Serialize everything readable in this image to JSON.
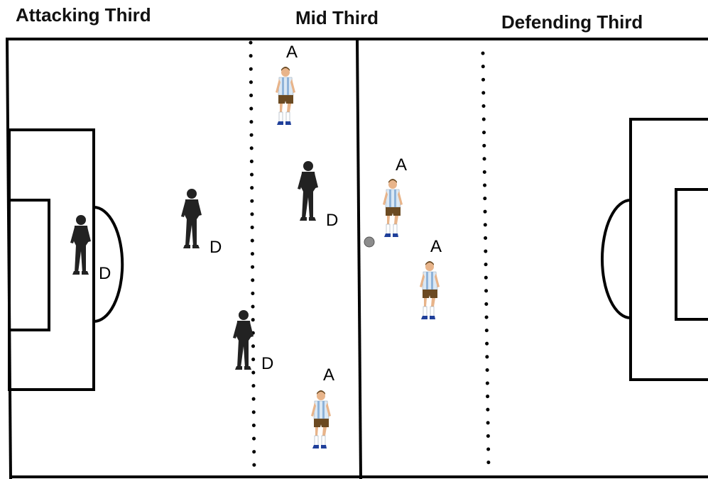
{
  "zones": {
    "attacking": "Attacking Third",
    "mid": "Mid Third",
    "defending": "Defending Third"
  },
  "markers": {
    "attacker_label": "A",
    "defender_label": "D"
  },
  "colors": {
    "line": "#000000",
    "defender": "#222222",
    "attacker_shirt": "#dbe8f4",
    "attacker_stripe": "#8fb3d9",
    "attacker_shorts": "#6b4a22",
    "attacker_skin": "#e8b48a",
    "attacker_socks": "#ffffff",
    "boots": "#1f3f9a",
    "ball": "#8c8c8c"
  }
}
